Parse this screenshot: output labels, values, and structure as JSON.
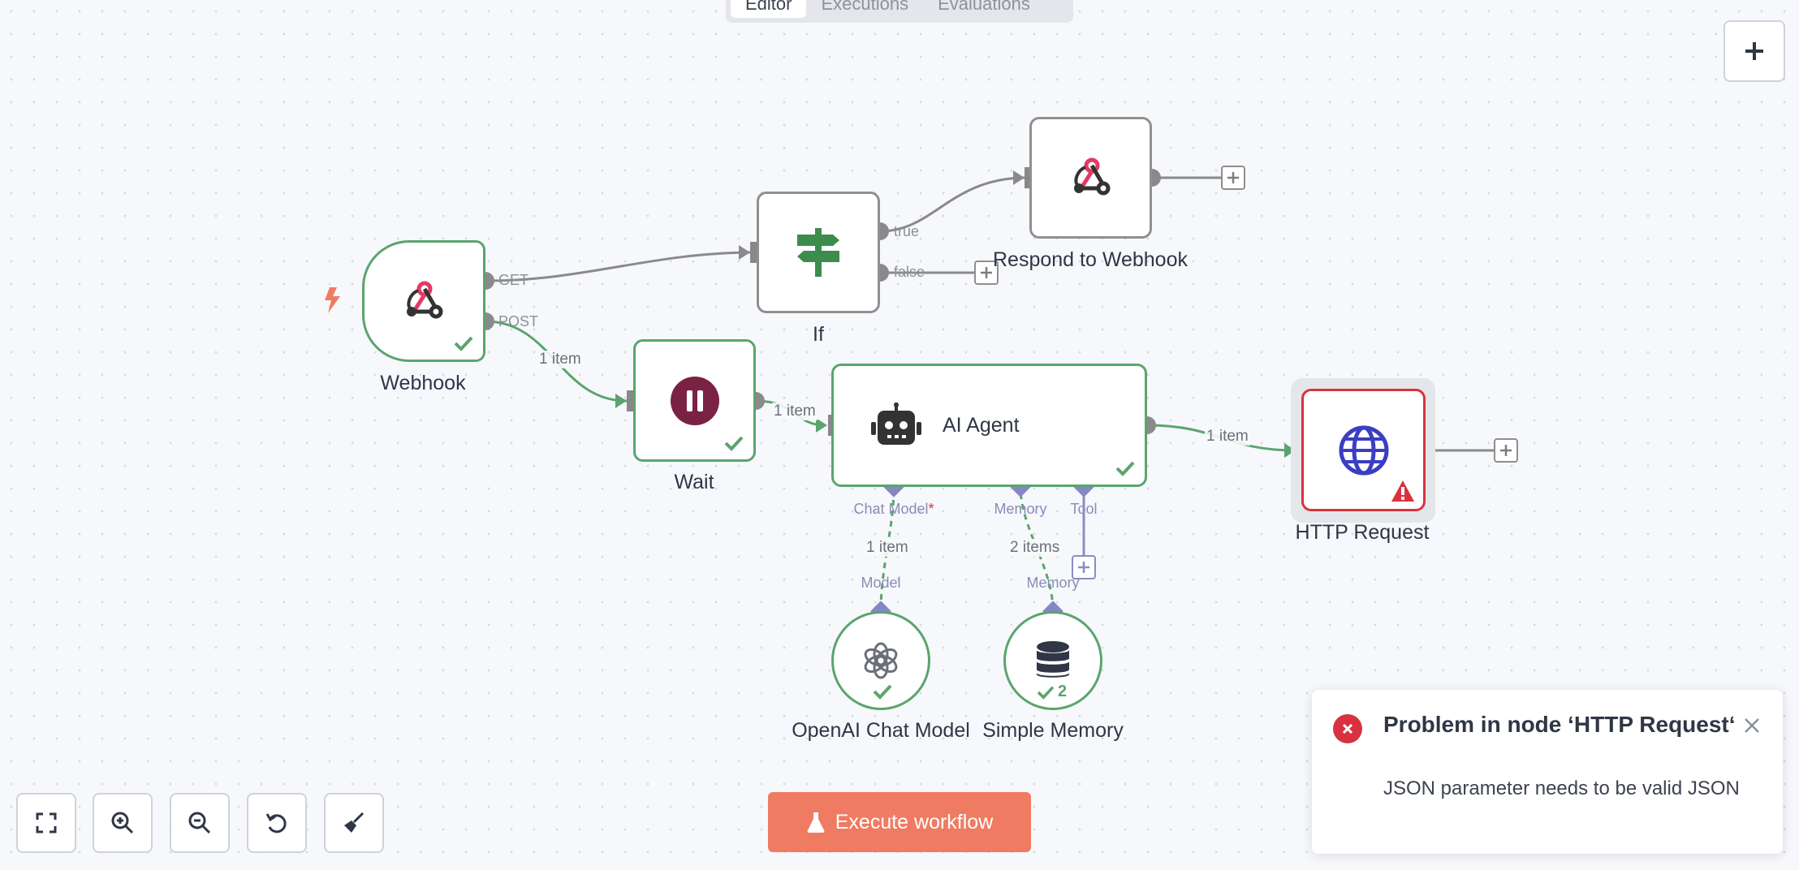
{
  "tabs": [
    {
      "label": "Editor",
      "active": true
    },
    {
      "label": "Executions",
      "active": false
    },
    {
      "label": "Evaluations",
      "active": false
    }
  ],
  "nodes": {
    "webhook": {
      "label": "Webhook",
      "status": "success",
      "icon": "webhook-icon"
    },
    "if": {
      "label": "If",
      "icon": "signpost-icon"
    },
    "respond": {
      "label": "Respond to Webhook",
      "icon": "webhook-icon"
    },
    "wait": {
      "label": "Wait",
      "status": "success",
      "icon": "pause-icon"
    },
    "ai_agent": {
      "label": "AI Agent",
      "status": "success",
      "icon": "robot-icon"
    },
    "http_request": {
      "label": "HTTP Request",
      "status": "error",
      "icon": "globe-icon"
    },
    "openai": {
      "label": "OpenAI Chat Model",
      "status": "success",
      "icon": "openai-icon"
    },
    "memory": {
      "label": "Simple Memory",
      "status": "success",
      "icon": "database-icon",
      "run_count": "2"
    }
  },
  "ports": {
    "get": "GET",
    "post": "POST",
    "true": "true",
    "false": "false",
    "chat_model": "Chat Model",
    "required_mark": "*",
    "memory": "Memory",
    "tool": "Tool",
    "model": "Model",
    "memory_in": "Memory"
  },
  "edge_labels": {
    "post_wait": "1 item",
    "wait_agent": "1 item",
    "agent_http": "1 item",
    "model_agent": "1 item",
    "memory_agent": "2 items"
  },
  "toolbar": {
    "execute_label": "Execute workflow"
  },
  "toast": {
    "title": "Problem in node ‘HTTP Request‘",
    "message": "JSON parameter needs to be valid JSON"
  },
  "colors": {
    "success": "#5aa56e",
    "error": "#d8323f",
    "execute": "#ef7b62",
    "sub_connection": "#8c8cc6"
  }
}
